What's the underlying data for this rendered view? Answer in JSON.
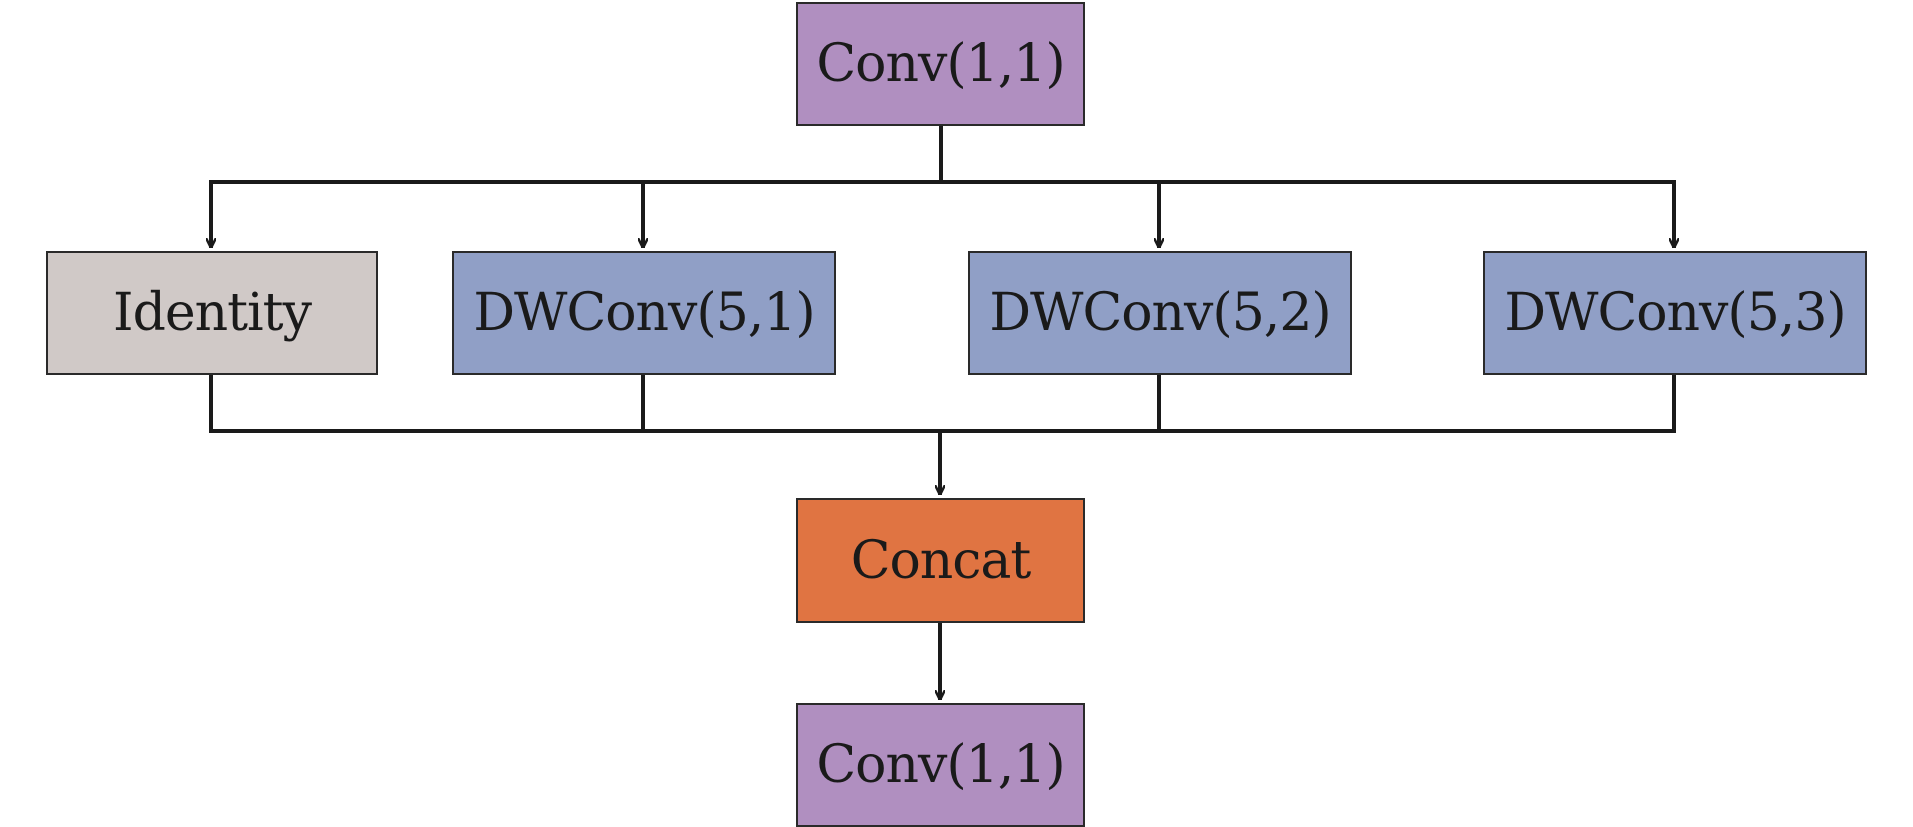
{
  "colors": {
    "conv": "#b08fc0",
    "identity": "#d0c9c7",
    "dwconv": "#909fc6",
    "concat": "#e07442",
    "stroke": "#1a1a1a"
  },
  "nodes": {
    "conv_top": {
      "label": "Conv(1,1)"
    },
    "identity": {
      "label": "Identity"
    },
    "dwconv_1": {
      "label": "DWConv(5,1)"
    },
    "dwconv_2": {
      "label": "DWConv(5,2)"
    },
    "dwconv_3": {
      "label": "DWConv(5,3)"
    },
    "concat": {
      "label": "Concat"
    },
    "conv_bottom": {
      "label": "Conv(1,1)"
    }
  },
  "edges": [
    {
      "from": "conv_top",
      "to": "identity"
    },
    {
      "from": "conv_top",
      "to": "dwconv_1"
    },
    {
      "from": "conv_top",
      "to": "dwconv_2"
    },
    {
      "from": "conv_top",
      "to": "dwconv_3"
    },
    {
      "from": "identity",
      "to": "concat"
    },
    {
      "from": "dwconv_1",
      "to": "concat"
    },
    {
      "from": "dwconv_2",
      "to": "concat"
    },
    {
      "from": "dwconv_3",
      "to": "concat"
    },
    {
      "from": "concat",
      "to": "conv_bottom"
    }
  ]
}
